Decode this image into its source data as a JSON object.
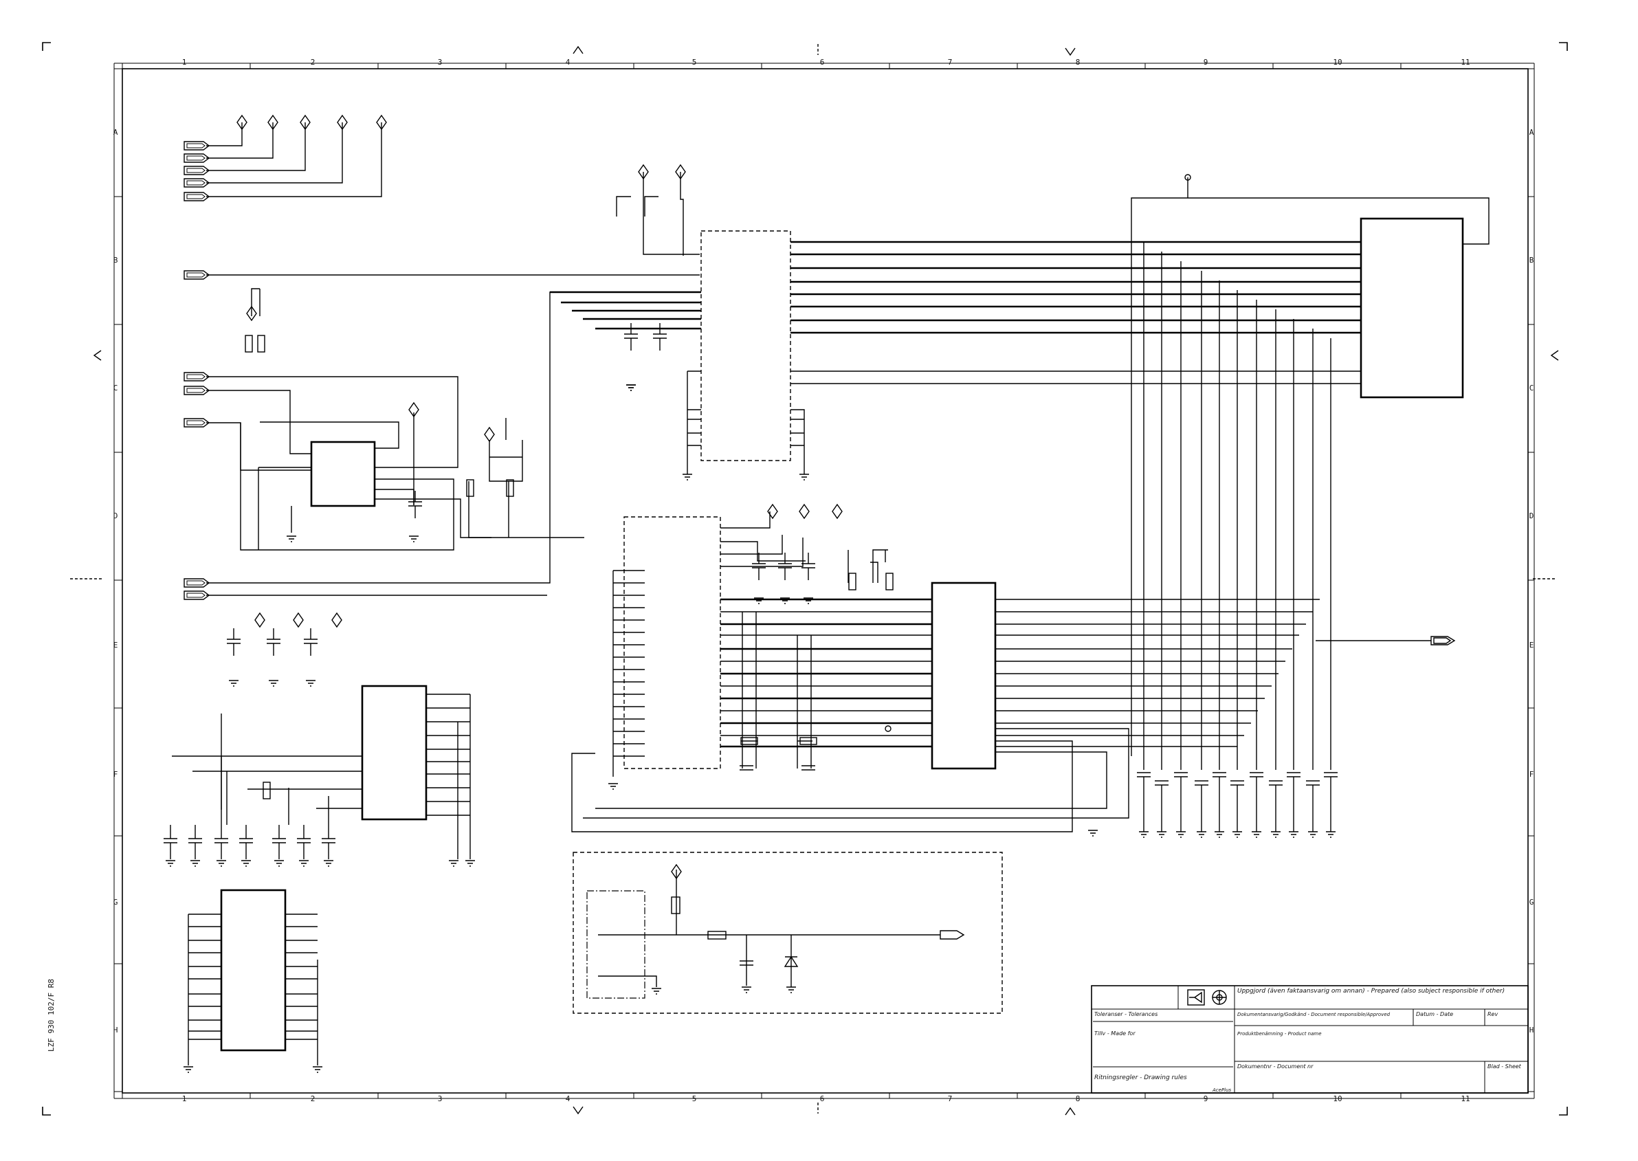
{
  "sheet": {
    "column_labels": [
      "1",
      "2",
      "3",
      "4",
      "5",
      "6",
      "7",
      "8",
      "9",
      "10",
      "11"
    ],
    "row_labels": [
      "A",
      "B",
      "C",
      "D",
      "E",
      "F",
      "G",
      "H"
    ],
    "side_code": "LZF 930 102/F R8",
    "cad_tag": "AcePlus"
  },
  "title_block": {
    "prepared": "Uppgjord (även faktaansvarig om annan) - Prepared (also subject responsible if other)",
    "document_responsible": "Dokumentansvarig/Godkänd - Document responsible/Approved",
    "date": "Datum - Date",
    "rev": "Rev",
    "tolerances": "Toleranser - Tolerances",
    "made_for": "Tillv - Made for",
    "product_name": "Produktbenämning - Product name",
    "document_no": "Dokumentnr - Document nr",
    "sheet": "Blad - Sheet",
    "drawing_rules": "Ritningsregler - Drawing rules"
  }
}
